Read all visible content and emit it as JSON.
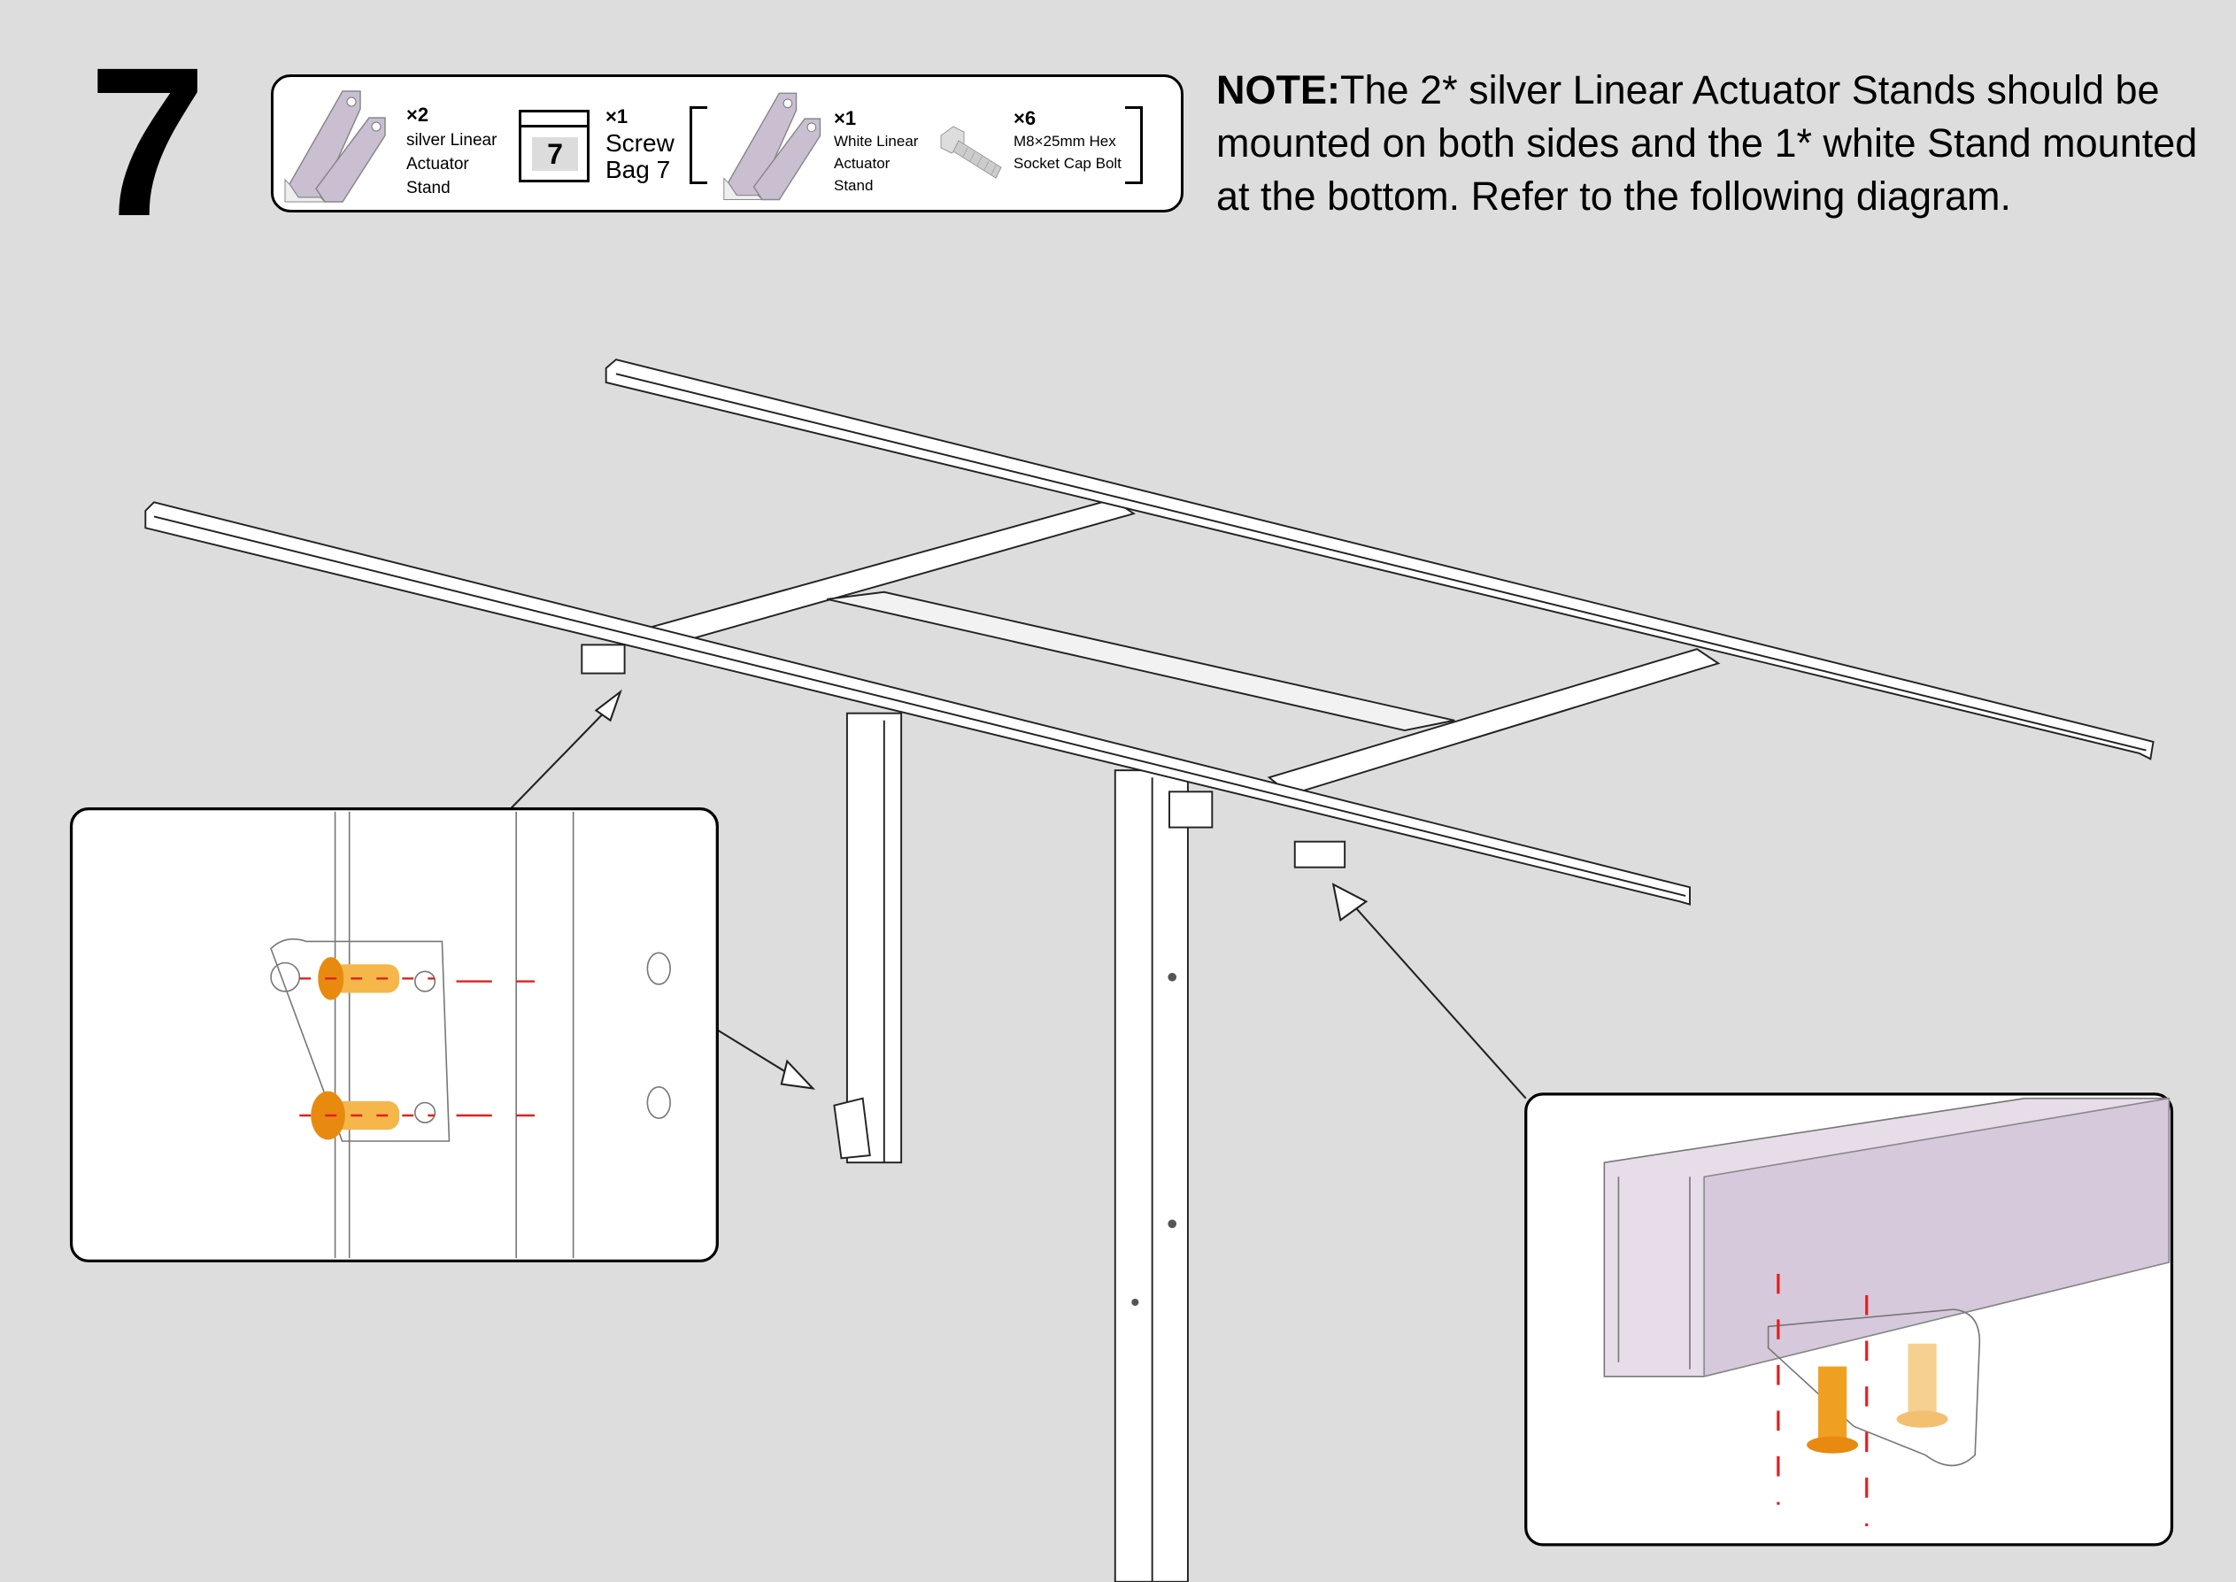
{
  "step_number": "7",
  "parts": [
    {
      "qty": "×2",
      "label_lines": [
        "silver Linear",
        "Actuator",
        "Stand"
      ],
      "icon": "silver-actuator-stand-icon"
    },
    {
      "qty": "×1",
      "label_lines": [
        "Screw",
        "Bag 7"
      ],
      "bag_number": "7",
      "icon": "screw-bag-icon"
    },
    {
      "qty": "×1",
      "label_lines": [
        "White Linear",
        "Actuator",
        "Stand"
      ],
      "icon": "white-actuator-stand-icon"
    },
    {
      "qty": "×6",
      "label_lines": [
        "M8×25mm Hex",
        "Socket Cap Bolt"
      ],
      "icon": "hex-bolt-icon"
    }
  ],
  "note": {
    "prefix": "NOTE:",
    "text": "The 2* silver Linear Actuator Stands should be mounted on both sides and the 1* white Stand mounted at the bottom. Refer to the following diagram."
  },
  "colors": {
    "background": "#dcdddc",
    "stand_purple": "#c9bfd0",
    "bolt_orange": "#f0a020",
    "guide_red": "#e02020"
  }
}
